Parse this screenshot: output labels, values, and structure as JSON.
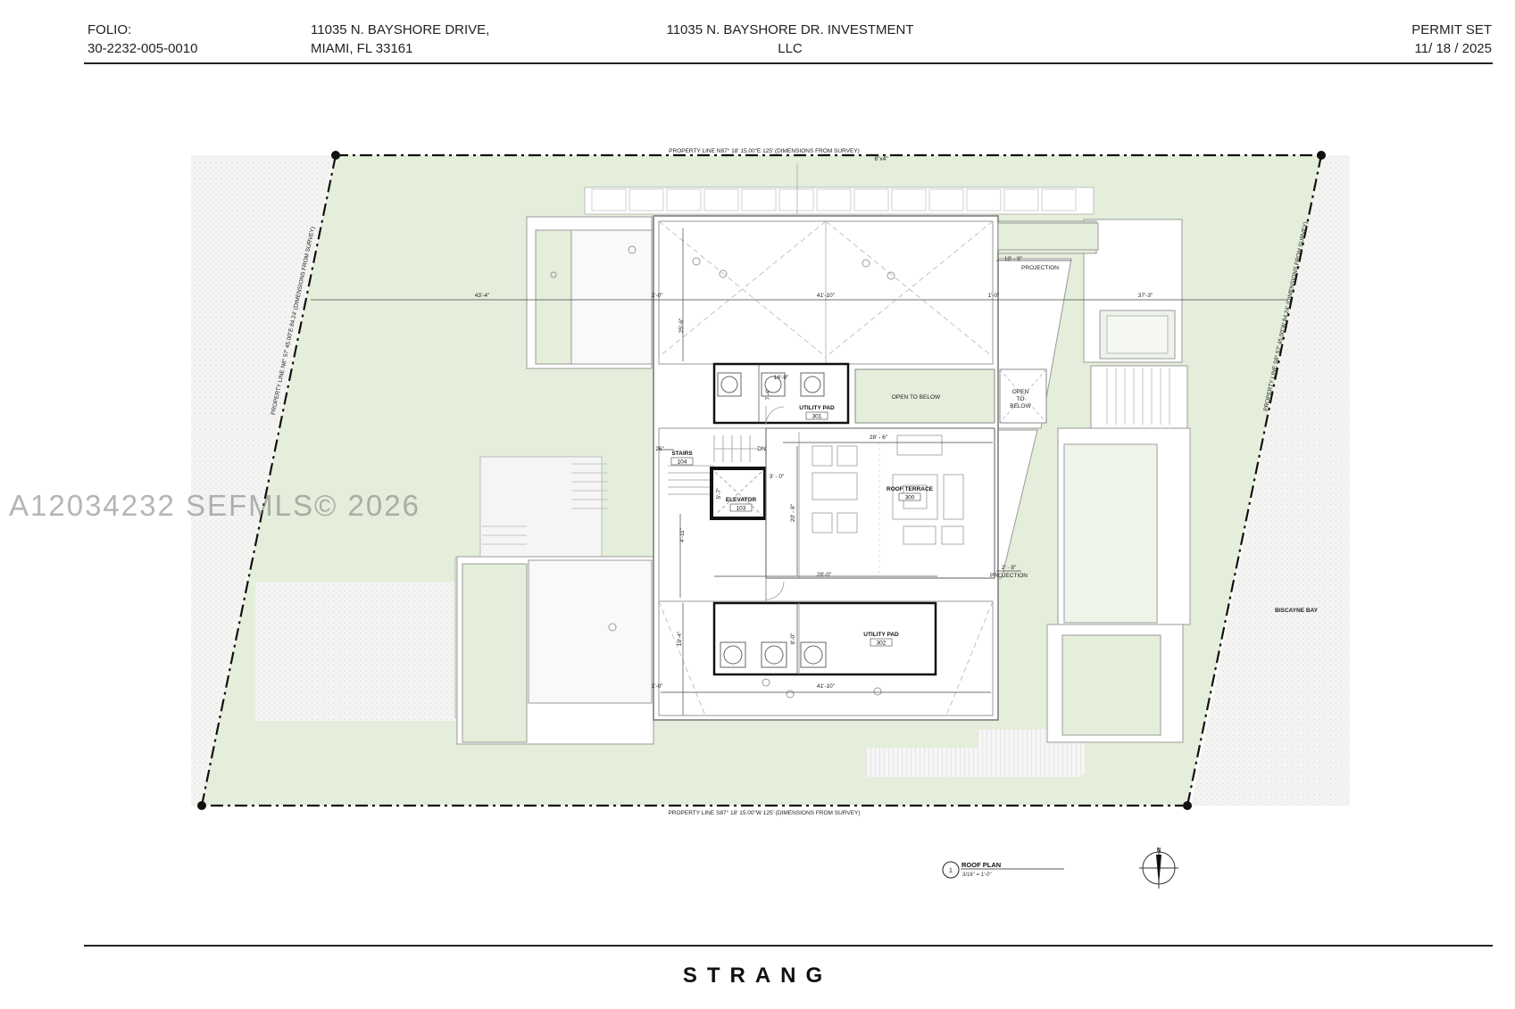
{
  "header": {
    "folio_label": "FOLIO:",
    "folio_number": "30-2232-005-0010",
    "address_line1": "11035 N. BAYSHORE DRIVE,",
    "address_line2": "MIAMI, FL 33161",
    "owner_line1": "11035 N. BAYSHORE DR. INVESTMENT",
    "owner_line2": "LLC",
    "set_name": "PERMIT SET",
    "date": "11/ 18 / 2025"
  },
  "plan": {
    "property_line_top": "PROPERTY LINE N87° 18' 15.00\"E  125' (DIMENSIONS FROM SURVEY)",
    "property_line_bottom": "PROPERTY LINE S87° 18' 15.00\"W  125' (DIMENSIONS FROM SURVEY)",
    "property_line_left": "PROPERTY LINE N8° 57' 45.00\"E 84.24' (DIMENSIONS FROM SURVEY)",
    "property_line_right": "PROPERTY LINE S8° 57' 45.00\"W  84.24' (DIMENSIONS FROM SURVEY)",
    "top_note": "6\"x4\"",
    "dim_setback_left": "43'-4\"",
    "dim_setback_right": "37'-3\"",
    "dim_width_top": "41'-10\"",
    "dim_width_bottom": "41'-10\"",
    "dim_1_0_a": "1'-0\"",
    "dim_1_0_b": "1'-0\"",
    "dim_1_0_c": "1'-0\"",
    "dim_25_6": "25'-6\"",
    "dim_16_9": "16'-9\"",
    "dim_7_4": "7'-4\"",
    "dim_28_6": "28' - 6\"",
    "dim_20_8": "20' - 8\"",
    "dim_28_0": "28'-0\"",
    "dim_3_0": "3' - 0\"",
    "dim_26": "26\"",
    "dim_5_7": "5'-7\"",
    "dim_4_11": "4'-11\"",
    "dim_19_4": "19'-4\"",
    "dim_9_0": "9'-0\"",
    "dim_10_9": "10' - 9\"",
    "dim_2_8": "2' - 8\"",
    "projection_top": "PROJECTION",
    "projection_bottom": "PROJECTION",
    "open_below_main": "OPEN TO BELOW",
    "open_below_side_1": "OPEN",
    "open_below_side_2": "TO",
    "open_below_side_3": "BELOW",
    "utility_pad_1": "UTILITY PAD",
    "utility_pad_1_num": "301",
    "utility_pad_2": "UTILITY PAD",
    "utility_pad_2_num": "302",
    "stairs": "STAIRS",
    "stairs_num": "104",
    "stairs_dn": "DN",
    "elevator": "ELEVATOR",
    "elevator_num": "103",
    "roof_terrace": "ROOF TERRACE",
    "roof_terrace_num": "300",
    "bay": "BISCAYNE BAY",
    "drawing_number": "1",
    "drawing_title": "ROOF PLAN",
    "drawing_scale": "3/16\" = 1'-0\"",
    "north": "N"
  },
  "watermark": "A12034232  SEFMLS© 2026",
  "brand": "STRANG",
  "colors": {
    "lawn": "#e3edd8",
    "paving": "#f3f3f1",
    "line": "#7a7a7a",
    "ink": "#111111"
  }
}
